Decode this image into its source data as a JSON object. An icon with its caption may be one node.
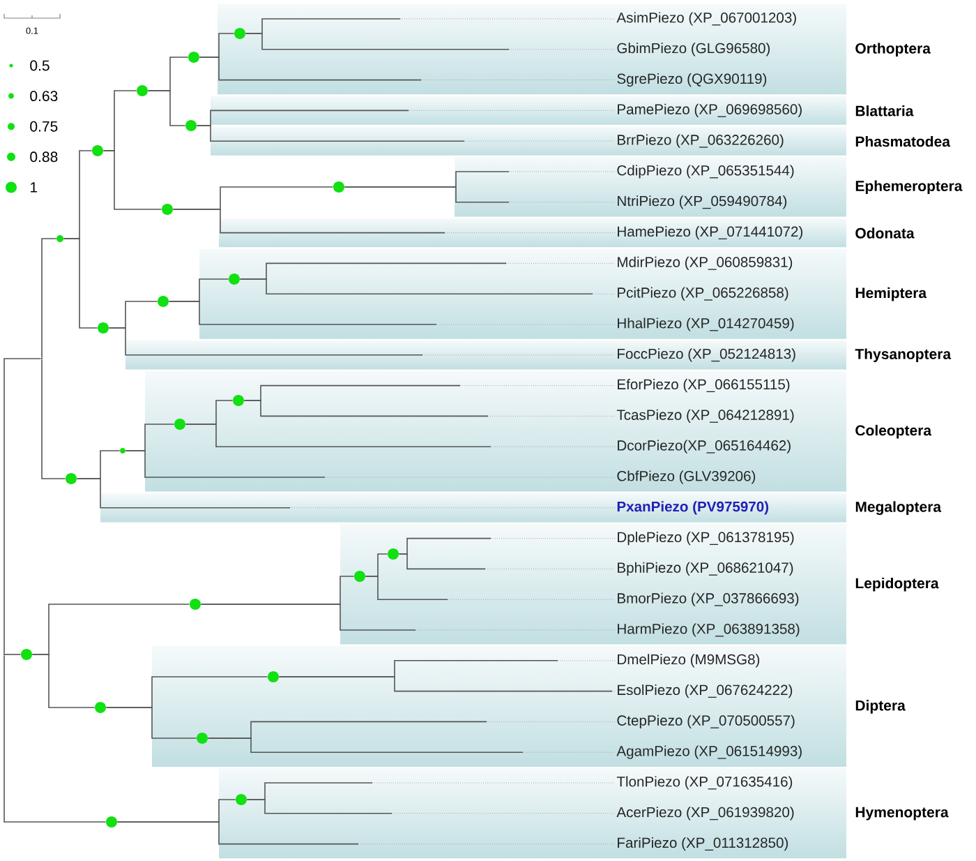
{
  "diagram": {
    "nodes": [
      {
        "text": [
          "Orthoptera"
        ]
      },
      {
        "text": [],
        "shape": "circle",
        "in": 0
      },
      {
        "text": [
          "AsimPiezo (XP_067001203)"
        ],
        "in": 0
      },
      {
        "text": [
          "GbimPiezo (GLG96580)"
        ],
        "in": 0
      },
      {
        "text": [
          "SgrePiezo (QGX90119)"
        ],
        "in": 0
      },
      {
        "text": [],
        "shape": "circle"
      },
      {
        "text": [
          "Blattaria"
        ]
      },
      {
        "text": [
          "PamePiezo (XP_069698560)"
        ],
        "in": 6
      },
      {
        "text": [
          "Phasmatodea"
        ]
      },
      {
        "text": [
          "BrrPiezo (XP_063226260)"
        ],
        "in": 8
      },
      {
        "text": [],
        "shape": "circle"
      },
      {
        "text": [],
        "shape": "circle"
      },
      {
        "text": [
          "Ephemeroptera"
        ]
      },
      {
        "text": [
          "CdipPiezo (XP_065351544)"
        ],
        "in": 12
      },
      {
        "text": [
          "NtriPiezo (XP_059490784)"
        ],
        "in": 12
      },
      {
        "text": [],
        "shape": "circle"
      },
      {
        "text": [
          "Odonata"
        ]
      },
      {
        "text": [
          "HamePiezo (XP_071441072)"
        ],
        "in": 16
      },
      {
        "text": [],
        "shape": "circle"
      },
      {
        "text": [],
        "shape": "circle"
      },
      {
        "text": [
          "Hemiptera"
        ]
      },
      {
        "text": [],
        "shape": "circle",
        "in": 20
      },
      {
        "text": [
          "MdirPiezo (XP_060859831)"
        ],
        "in": 20
      },
      {
        "text": [
          "PcitPiezo (XP_065226858)"
        ],
        "in": 20
      },
      {
        "text": [
          "HhalPiezo (XP_014270459)"
        ],
        "in": 20
      },
      {
        "text": [],
        "shape": "circle"
      },
      {
        "text": [
          "Thysanoptera"
        ]
      },
      {
        "text": [
          "FoccPiezo (XP_052124813)"
        ],
        "in": 26
      },
      {
        "text": [],
        "shape": "circle"
      },
      {
        "text": [],
        "shape": "circle"
      },
      {
        "text": [],
        "shape": "point"
      },
      {
        "text": [
          "Coleoptera"
        ]
      },
      {
        "text": [],
        "shape": "circle",
        "in": 31
      },
      {
        "text": [
          "EforPiezo (XP_066155115)"
        ],
        "in": 31
      },
      {
        "text": [
          "TcasPiezo (XP_064212891)"
        ],
        "in": 31
      },
      {
        "text": [],
        "shape": "circle",
        "in": 31
      },
      {
        "text": [
          "DcorPiezo(XP_065164462)"
        ],
        "in": 31
      },
      {
        "text": [
          "CbfPiezo (GLV39206)"
        ],
        "in": 31
      },
      {
        "text": [],
        "shape": "circle"
      },
      {
        "text": [
          "Megaloptera"
        ]
      },
      {
        "text": [
          "PxanPiezo (PV975970)"
        ],
        "in": 39
      },
      {
        "text": [],
        "shape": "circle"
      },
      {
        "text": [
          "Lepidoptera"
        ]
      },
      {
        "text": [],
        "shape": "circle",
        "in": 42
      },
      {
        "text": [
          "DplePiezo (XP_061378195)"
        ],
        "in": 42
      },
      {
        "text": [
          "BphiPiezo (XP_068621047)"
        ],
        "in": 42
      },
      {
        "text": [],
        "shape": "circle",
        "in": 42
      },
      {
        "text": [
          "BmorPiezo (XP_037866693)"
        ],
        "in": 42
      },
      {
        "text": [
          "HarmPiezo (XP_063891358)"
        ],
        "in": 42
      },
      {
        "text": [],
        "shape": "circle"
      },
      {
        "text": [
          "Diptera"
        ]
      },
      {
        "text": [],
        "shape": "circle",
        "in": 50
      },
      {
        "text": [
          "DmelPiezo (M9MSG8)"
        ],
        "in": 50
      },
      {
        "text": [
          "EsolPiezo (XP_067624222)"
        ],
        "in": 50
      },
      {
        "text": [],
        "shape": "circle",
        "in": 50
      },
      {
        "text": [
          "CtepPiezo (XP_070500557)"
        ],
        "in": 50
      },
      {
        "text": [
          "AgamPiezo (XP_061514993)"
        ],
        "in": 50
      },
      {
        "text": [],
        "shape": "circle"
      },
      {
        "text": [],
        "shape": "circle"
      },
      {
        "text": [],
        "shape": "point"
      },
      {
        "text": [
          "Hymenoptera"
        ]
      },
      {
        "text": [],
        "shape": "circle",
        "in": 60
      },
      {
        "text": [
          "TlonPiezo (XP_071635416)"
        ],
        "in": 60
      },
      {
        "text": [
          "AcerPiezo (XP_061939820)"
        ],
        "in": 60
      },
      {
        "text": [
          "FariPiezo (XP_011312850)"
        ],
        "in": 60
      },
      {
        "text": [],
        "shape": "circle"
      }
    ],
    "edges": [
      {
        "from": 1,
        "to": 2,
        "arrow": "none"
      },
      {
        "from": 1,
        "to": 3,
        "arrow": "none"
      },
      {
        "from": 5,
        "to": 1,
        "arrow": "none"
      },
      {
        "from": 5,
        "to": 4,
        "arrow": "none"
      },
      {
        "from": 10,
        "to": 7,
        "arrow": "none"
      },
      {
        "from": 10,
        "to": 9,
        "arrow": "none"
      },
      {
        "from": 11,
        "to": 5,
        "arrow": "none"
      },
      {
        "from": 11,
        "to": 10,
        "arrow": "none"
      },
      {
        "from": 15,
        "to": 13,
        "arrow": "none"
      },
      {
        "from": 15,
        "to": 14,
        "arrow": "none"
      },
      {
        "from": 18,
        "to": 15,
        "arrow": "none"
      },
      {
        "from": 18,
        "to": 17,
        "arrow": "none"
      },
      {
        "from": 19,
        "to": 11,
        "arrow": "none"
      },
      {
        "from": 19,
        "to": 18,
        "arrow": "none"
      },
      {
        "from": 21,
        "to": 22,
        "arrow": "none"
      },
      {
        "from": 21,
        "to": 23,
        "arrow": "none"
      },
      {
        "from": 25,
        "to": 21,
        "arrow": "none"
      },
      {
        "from": 25,
        "to": 24,
        "arrow": "none"
      },
      {
        "from": 28,
        "to": 25,
        "arrow": "none"
      },
      {
        "from": 28,
        "to": 27,
        "arrow": "none"
      },
      {
        "from": 29,
        "to": 19,
        "arrow": "none"
      },
      {
        "from": 29,
        "to": 28,
        "arrow": "none"
      },
      {
        "from": 30,
        "to": 29,
        "arrow": "none"
      },
      {
        "from": 30,
        "to": 41,
        "arrow": "none"
      },
      {
        "from": 32,
        "to": 33,
        "arrow": "none"
      },
      {
        "from": 32,
        "to": 34,
        "arrow": "none"
      },
      {
        "from": 35,
        "to": 32,
        "arrow": "none"
      },
      {
        "from": 35,
        "to": 36,
        "arrow": "none"
      },
      {
        "from": 38,
        "to": 35,
        "arrow": "none"
      },
      {
        "from": 38,
        "to": 37,
        "arrow": "none"
      },
      {
        "from": 41,
        "to": 38,
        "arrow": "none"
      },
      {
        "from": 41,
        "to": 40,
        "arrow": "none"
      },
      {
        "from": 43,
        "to": 44,
        "arrow": "none"
      },
      {
        "from": 43,
        "to": 45,
        "arrow": "none"
      },
      {
        "from": 46,
        "to": 43,
        "arrow": "none"
      },
      {
        "from": 46,
        "to": 47,
        "arrow": "none"
      },
      {
        "from": 49,
        "to": 46,
        "arrow": "none"
      },
      {
        "from": 49,
        "to": 48,
        "arrow": "none"
      },
      {
        "from": 51,
        "to": 52,
        "arrow": "none"
      },
      {
        "from": 51,
        "to": 53,
        "arrow": "none"
      },
      {
        "from": 54,
        "to": 55,
        "arrow": "none"
      },
      {
        "from": 54,
        "to": 56,
        "arrow": "none"
      },
      {
        "from": 57,
        "to": 51,
        "arrow": "none"
      },
      {
        "from": 57,
        "to": 54,
        "arrow": "none"
      },
      {
        "from": 58,
        "to": 49,
        "arrow": "none"
      },
      {
        "from": 58,
        "to": 57,
        "arrow": "none"
      },
      {
        "from": 59,
        "to": 30,
        "arrow": "none"
      },
      {
        "from": 59,
        "to": 58,
        "arrow": "none"
      },
      {
        "from": 59,
        "to": 65,
        "arrow": "none"
      },
      {
        "from": 61,
        "to": 62,
        "arrow": "none"
      },
      {
        "from": 61,
        "to": 63,
        "arrow": "none"
      },
      {
        "from": 65,
        "to": 61,
        "arrow": "none"
      },
      {
        "from": 65,
        "to": 64,
        "arrow": "none"
      }
    ],
    "labels": [
      "0.1"
    ],
    "legend": [
      {
        "text": "0.5"
      },
      {
        "text": "0.63"
      },
      {
        "text": "0.75"
      },
      {
        "text": "0.88"
      },
      {
        "text": "1"
      }
    ]
  }
}
